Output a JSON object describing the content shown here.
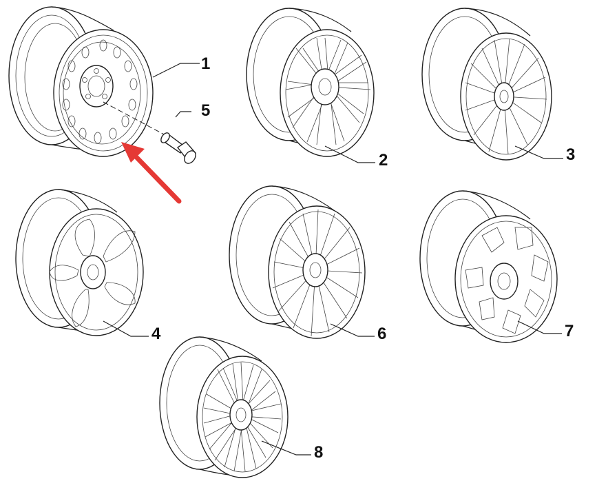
{
  "diagram": {
    "parts": [
      {
        "id": "1",
        "label": "1",
        "name": "steel-wheel-rim"
      },
      {
        "id": "2",
        "label": "2",
        "name": "alloy-wheel-type-2"
      },
      {
        "id": "3",
        "label": "3",
        "name": "alloy-wheel-type-3"
      },
      {
        "id": "4",
        "label": "4",
        "name": "alloy-wheel-type-4"
      },
      {
        "id": "5",
        "label": "5",
        "name": "wheel-bolt"
      },
      {
        "id": "6",
        "label": "6",
        "name": "alloy-wheel-type-6"
      },
      {
        "id": "7",
        "label": "7",
        "name": "alloy-wheel-type-7"
      },
      {
        "id": "8",
        "label": "8",
        "name": "alloy-wheel-type-8"
      }
    ],
    "highlight_color": "#e53935",
    "line_color": "#222222"
  }
}
